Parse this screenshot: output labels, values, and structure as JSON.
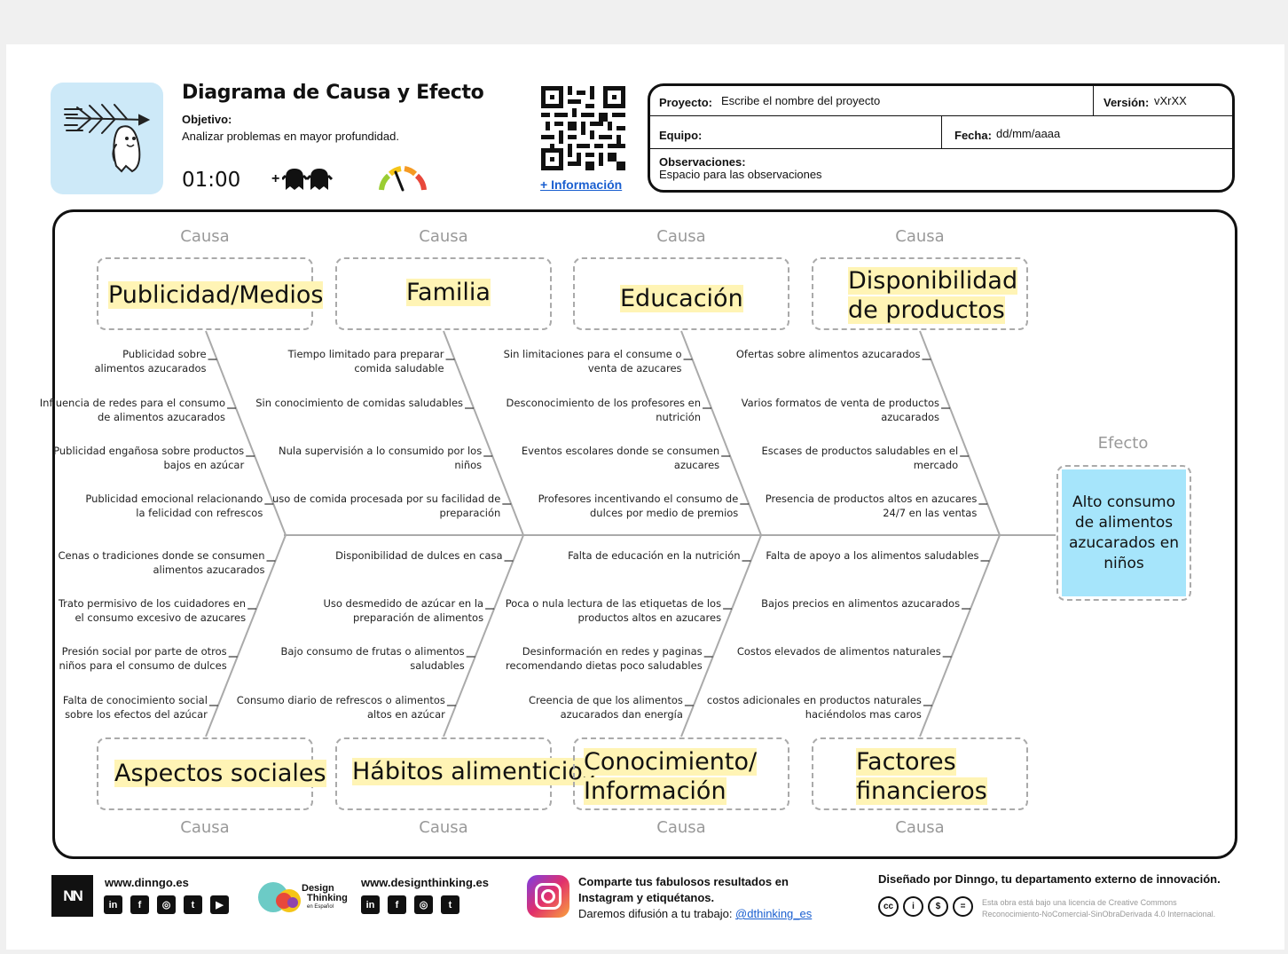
{
  "header": {
    "title": "Diagrama de Causa y Efecto",
    "objective_label": "Objetivo:",
    "objective_text": "Analizar problemas en mayor profundidad.",
    "timer": "01:00",
    "team_size_prefix": "+",
    "more_info": "+ Información",
    "logo_icon": "fishbone-ghost-icon",
    "people_icon": "ghosts-icon",
    "difficulty_icon": "gauge-icon"
  },
  "project": {
    "project_label": "Proyecto:",
    "project_value": "Escribe el nombre del proyecto",
    "version_label": "Versión:",
    "version_value": "vXrXX",
    "team_label": "Equipo:",
    "team_value": "",
    "date_label": "Fecha:",
    "date_value": "dd/mm/aaaa",
    "notes_label": "Observaciones:",
    "notes_value": "Espacio para las observaciones"
  },
  "diagram": {
    "cause_label": "Causa",
    "effect_label": "Efecto",
    "effect": "Alto consumo de alimentos azucarados en niños",
    "top_causes": [
      {
        "title": [
          "Publicidad/Medios"
        ],
        "items": [
          [
            "Publicidad sobre",
            "alimentos azucarados"
          ],
          [
            "Influencia de redes para el consumo",
            "de alimentos azucarados"
          ],
          [
            "Publicidad engañosa sobre productos",
            "bajos en azúcar"
          ],
          [
            "Publicidad emocional relacionando",
            "la felicidad con refrescos"
          ]
        ]
      },
      {
        "title": [
          "Familia"
        ],
        "items": [
          [
            "Tiempo limitado para preparar",
            "comida saludable"
          ],
          [
            "Sin conocimiento de comidas saludables"
          ],
          [
            "Nula supervisión a lo consumido por los",
            "niños"
          ],
          [
            "uso de comida procesada por su facilidad de",
            "preparación"
          ]
        ]
      },
      {
        "title": [
          "Educación"
        ],
        "items": [
          [
            "Sin limitaciones para el consume o",
            "venta de azucares"
          ],
          [
            "Desconocimiento de los profesores en",
            "nutrición"
          ],
          [
            "Eventos escolares donde se consumen",
            "azucares"
          ],
          [
            "Profesores incentivando el consumo de",
            "dulces por medio de premios"
          ]
        ]
      },
      {
        "title": [
          "Disponibilidad",
          "de productos"
        ],
        "items": [
          [
            "Ofertas sobre alimentos azucarados"
          ],
          [
            "Varios formatos de venta de productos",
            "azucarados"
          ],
          [
            "Escases de productos saludables en el",
            "mercado"
          ],
          [
            "Presencia de productos altos en azucares",
            "24/7 en las ventas"
          ]
        ]
      }
    ],
    "bottom_causes": [
      {
        "title": [
          "Aspectos sociales"
        ],
        "items": [
          [
            "Cenas o tradiciones donde se consumen",
            "alimentos azucarados"
          ],
          [
            "Trato permisivo de los cuidadores en",
            "el consumo excesivo de azucares"
          ],
          [
            "Presión social por parte de otros",
            "niños para el consumo de dulces"
          ],
          [
            "Falta de conocimiento social",
            "sobre los efectos del azúcar"
          ]
        ]
      },
      {
        "title": [
          "Hábitos alimenticios"
        ],
        "items": [
          [
            "Disponibilidad de dulces en casa"
          ],
          [
            "Uso desmedido de azúcar en la",
            "preparación de alimentos"
          ],
          [
            "Bajo consumo de frutas o alimentos",
            "saludables"
          ],
          [
            "Consumo diario de refrescos o alimentos",
            "altos en azúcar"
          ]
        ]
      },
      {
        "title": [
          "Conocimiento/",
          "Información"
        ],
        "items": [
          [
            "Falta de educación en la nutrición"
          ],
          [
            "Poca o nula lectura de las etiquetas de los",
            "productos altos en azucares"
          ],
          [
            "Desinformación en redes y  paginas",
            "recomendando dietas poco saludables"
          ],
          [
            "Creencia de que los alimentos",
            "azucarados dan energía"
          ]
        ]
      },
      {
        "title": [
          "Factores",
          "financieros"
        ],
        "items": [
          [
            "Falta de apoyo a los alimentos saludables"
          ],
          [
            "Bajos precios en alimentos azucarados"
          ],
          [
            "Costos elevados de alimentos naturales"
          ],
          [
            "costos adicionales en productos naturales",
            "haciéndolos mas caros"
          ]
        ]
      }
    ]
  },
  "footer": {
    "dinngo_url": "www.dinngo.es",
    "dt_url": "www.designthinking.es",
    "dt_logo": [
      "Design",
      "Thinking",
      "en Español"
    ],
    "share_line1": "Comparte tus fabulosos resultados en",
    "share_line2": "Instagram y etiquétanos.",
    "share_line3": "Daremos difusión a tu trabajo: ",
    "instagram_handle": "@dthinking_es",
    "credit": "Diseñado por Dinngo, tu departamento externo de innovación.",
    "license_line1": "Esta obra está bajo una licencia de Creative Commons",
    "license_line2": "Reconocimiento-NoComercial-SinObraDerivada 4.0 Internacional."
  },
  "colors": {
    "highlight": "#fff4b5",
    "effect_fill": "#a6e5fb",
    "logo_bg": "#cde9f8",
    "link": "#1a5fd0"
  }
}
